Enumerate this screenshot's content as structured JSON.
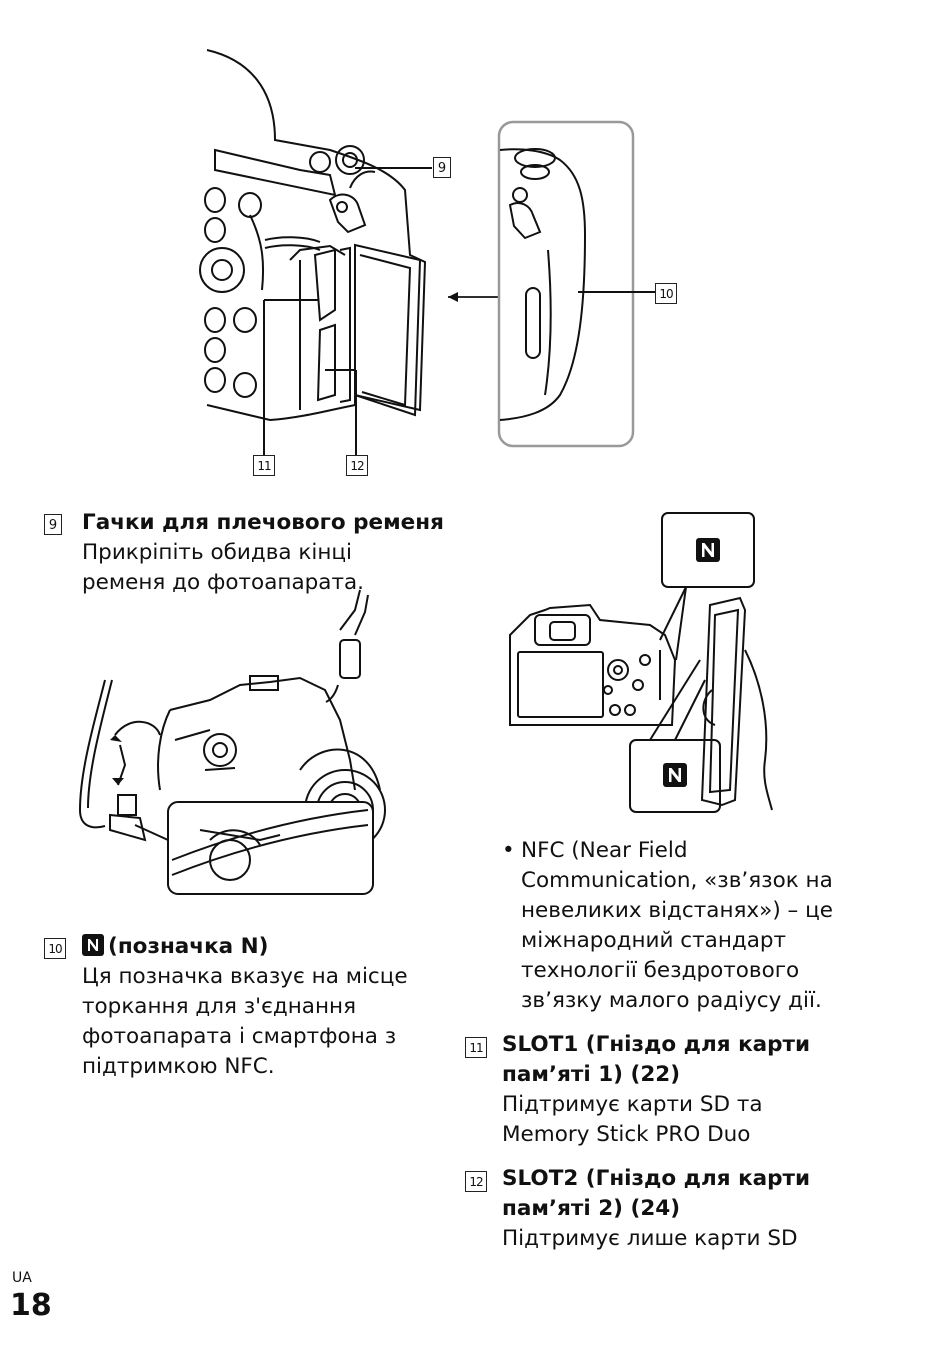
{
  "illustration_top": {
    "callouts": [
      "9",
      "10",
      "11",
      "12"
    ]
  },
  "items": [
    {
      "num": "9",
      "title": "Гачки для плечового ременя",
      "desc": [
        "Прикріпіть обидва кінці",
        "ременя до фотоапарата."
      ]
    },
    {
      "num": "10",
      "title": "(позначка N)",
      "desc": [
        "Ця позначка вказує на місце",
        "торкання для з'єднання",
        "фотоапарата і смартфона з",
        "підтримкою NFC."
      ]
    },
    {
      "num": "11",
      "title": [
        "SLOT1 (Гніздо для карти",
        "пам’яті 1) (22)"
      ],
      "desc": [
        "Підтримує карти SD та",
        "Memory Stick PRO Duo"
      ]
    },
    {
      "num": "12",
      "title": [
        "SLOT2 (Гніздо для карти",
        "пам’яті 2) (24)"
      ],
      "desc": [
        "Підтримує лише карти SD"
      ]
    }
  ],
  "nfc_note": {
    "bullet": "•",
    "lines": [
      "NFC (Near Field",
      "Communication, «зв’язок на",
      "невеликих відстанях») – це",
      "міжнародний стандарт",
      "технології бездротового",
      "зв’язку малого радіусу дії."
    ]
  },
  "footer": {
    "lang": "UA",
    "page": "18"
  }
}
